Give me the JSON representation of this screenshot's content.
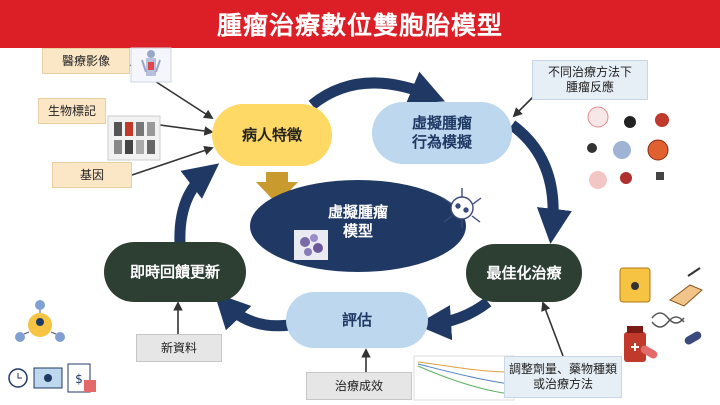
{
  "title": "腫瘤治療數位雙胞胎模型",
  "nodes": {
    "patient": "病人特徵",
    "virtual_behavior": "虛擬腫瘤\n行為模擬",
    "virtual_model": "虛擬腫瘤\n模型",
    "optimize": "最佳化治療",
    "evaluate": "評估",
    "update": "即時回饋更新"
  },
  "inputs": {
    "imaging": "醫療影像",
    "biomarker": "生物標記",
    "gene": "基因",
    "treatment_response": "不同治療方法下\n腫瘤反應",
    "new_data": "新資料",
    "efficacy": "治療成效",
    "adjust": "調整劑量、藥物種類\n或治療方法"
  },
  "colors": {
    "title_bg": "#dc1f26",
    "arrow": "#1f3864",
    "patient": "#ffd966",
    "behavior": "#bdd7ee",
    "model": "#1f3864",
    "dark_node": "#2d3e33",
    "evaluate": "#bdd7ee"
  }
}
